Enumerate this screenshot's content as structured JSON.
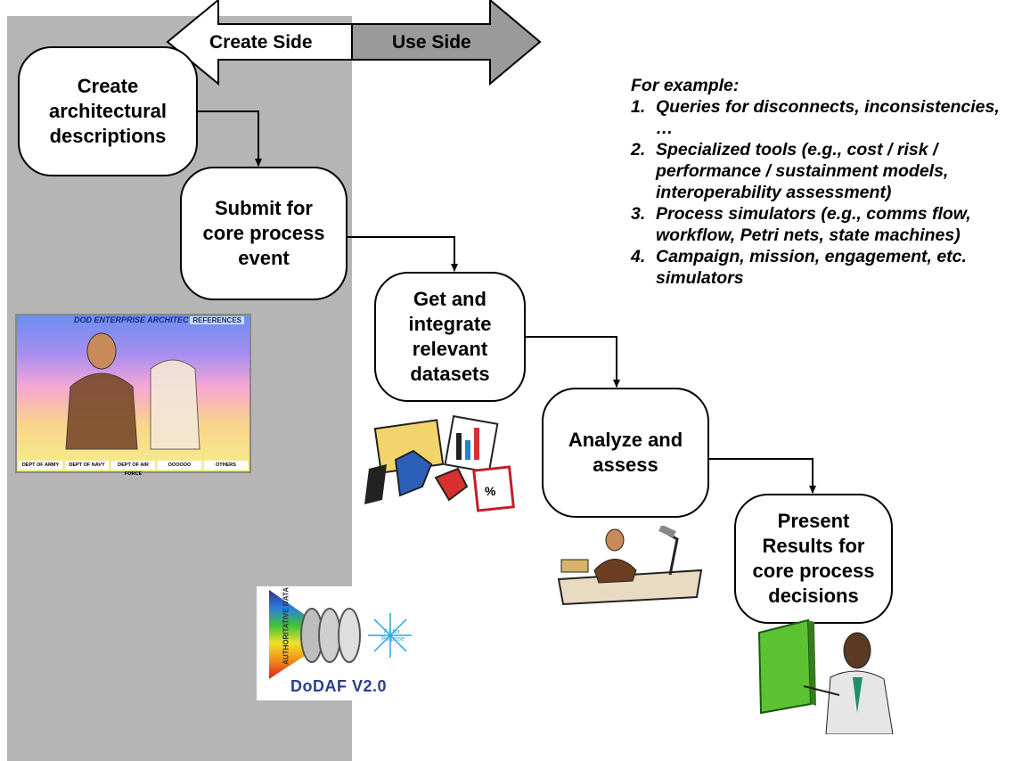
{
  "header_arrow": {
    "left_label": "Create Side",
    "right_label": "Use Side"
  },
  "steps": [
    {
      "label": "Create\narchitectural\ndescriptions"
    },
    {
      "label": "Submit for\ncore process\nevent"
    },
    {
      "label": "Get and\nintegrate\nrelevant\ndatasets"
    },
    {
      "label": "Analyze and\nassess"
    },
    {
      "label": "Present\nResults for\ncore process\ndecisions"
    }
  ],
  "examples": {
    "heading": "For example:",
    "items": [
      {
        "num": "1.",
        "text": "Queries for disconnects, inconsistencies, …"
      },
      {
        "num": "2.",
        "text": "Specialized tools (e.g., cost / risk / performance / sustainment models, interoperability assessment)"
      },
      {
        "num": "3.",
        "text": "Process simulators (e.g., comms flow, workflow, Petri nets, state machines)"
      },
      {
        "num": "4.",
        "text": "Campaign, mission, engagement, etc. simulators"
      }
    ]
  },
  "ea_board": {
    "title": "DOD ENTERPRISE ARCHITECTURE",
    "references": "REFERENCES",
    "footer": [
      "DEPT OF ARMY",
      "DEPT OF NAVY",
      "DEPT OF AIR FORCE",
      "OOOOOO",
      "OTHERS"
    ]
  },
  "dodaf": {
    "title": "DoDAF V2.0",
    "side_label": "AUTHORITATIVE DATA",
    "burst_label": "Fit for Purpose"
  },
  "colors": {
    "panel": "#b5b5b5",
    "create_arrow": "#ffffff",
    "use_arrow": "#9a9a9a"
  }
}
